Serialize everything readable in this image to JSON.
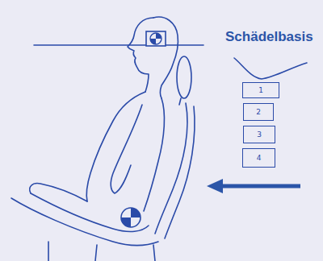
{
  "diagram": {
    "nodes": [
      {
        "text": [
          "1"
        ]
      },
      {
        "text": [
          "2"
        ]
      },
      {
        "text": [
          "3"
        ]
      },
      {
        "text": [
          "4"
        ]
      }
    ],
    "labels": [
      "Schädelbasis"
    ]
  }
}
